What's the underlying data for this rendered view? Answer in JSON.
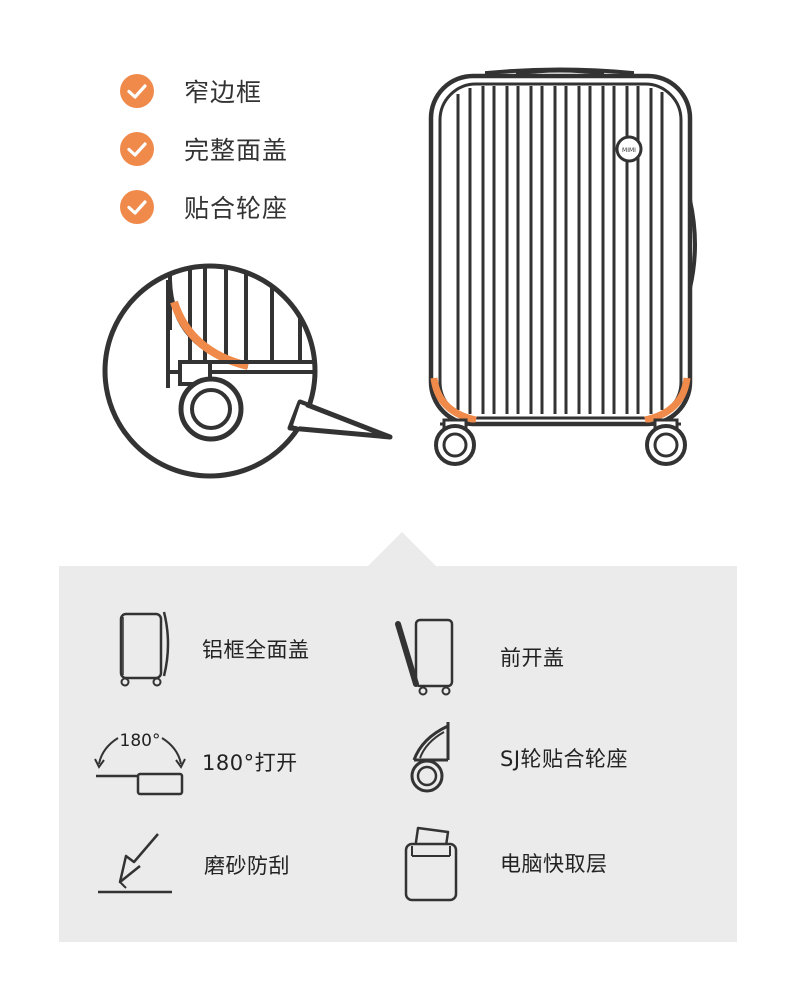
{
  "features": [
    {
      "label": "窄边框",
      "icon": "check-icon"
    },
    {
      "label": "完整面盖",
      "icon": "check-icon"
    },
    {
      "label": "贴合轮座",
      "icon": "check-icon"
    }
  ],
  "badge_text": "MIMI",
  "colors": {
    "accent": "#f08a4b",
    "outline": "#333333",
    "panel_bg": "#ebebeb"
  },
  "specs": [
    {
      "label": "铝框全面盖",
      "icon": "aluminum-frame-icon"
    },
    {
      "label": "前开盖",
      "icon": "front-open-icon"
    },
    {
      "label": "180°打开",
      "icon": "open-180-icon",
      "icon_text": "180°"
    },
    {
      "label": "SJ轮贴合轮座",
      "icon": "wheel-seat-icon"
    },
    {
      "label": "磨砂防刮",
      "icon": "scratch-resistant-icon"
    },
    {
      "label": "电脑快取层",
      "icon": "laptop-pocket-icon"
    }
  ]
}
